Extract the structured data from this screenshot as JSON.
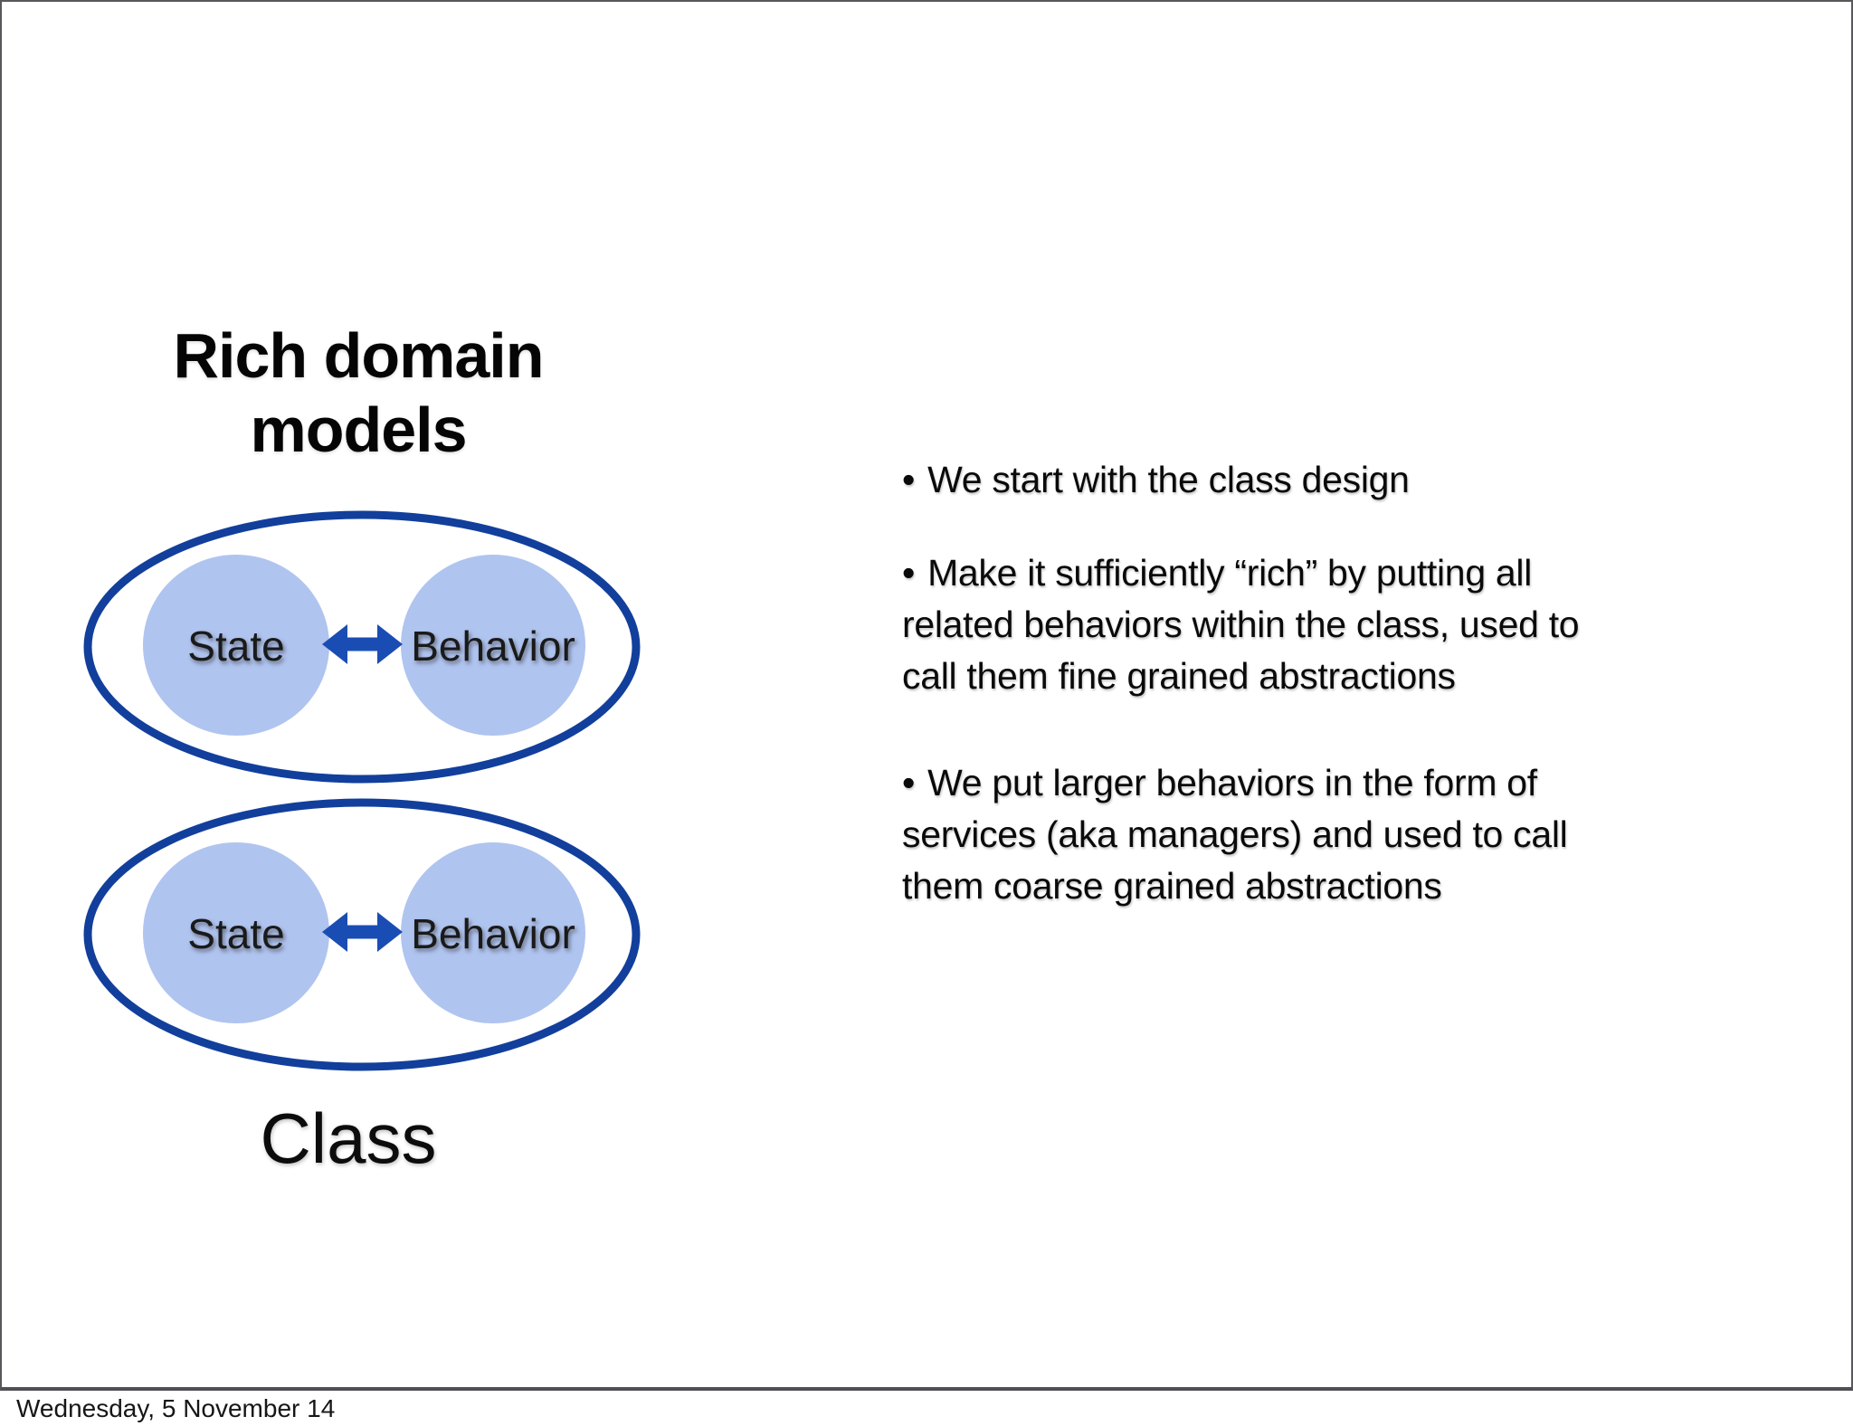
{
  "slide": {
    "title": {
      "lines": [
        "Rich domain",
        "models"
      ]
    },
    "diagram": {
      "caption": "Class",
      "colors": {
        "outline": "#123f9c",
        "arrow": "#1a4db4",
        "circle_fill": "#b0c4f0",
        "label": "#1a1a1a"
      },
      "groups": [
        {
          "left_label": "State",
          "right_label": "Behavior"
        },
        {
          "left_label": "State",
          "right_label": "Behavior"
        }
      ]
    },
    "bullets": {
      "glyph": "•",
      "items": [
        {
          "lines": [
            "We start with the class design"
          ]
        },
        {
          "lines": [
            "Make it sufficiently “rich” by putting all",
            "related behaviors within the class, used to",
            "call them fine grained abstractions"
          ]
        },
        {
          "lines": [
            "We put larger behaviors in the form of",
            "services (aka managers) and used to call",
            "them coarse grained abstractions"
          ]
        }
      ]
    }
  },
  "footer": {
    "date": "Wednesday, 5 November 14"
  }
}
